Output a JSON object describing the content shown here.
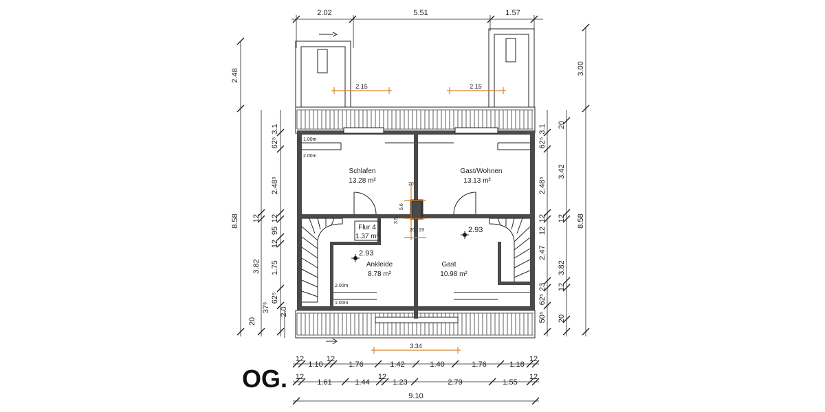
{
  "title": "OG.",
  "rooms": {
    "schlafen": {
      "name": "Schlafen",
      "area": "13.28 m²"
    },
    "gast_wohnen": {
      "name": "Gast/Wohnen",
      "area": "13.13 m²"
    },
    "flur": {
      "name": "Flur 4",
      "area": "1.37 m²"
    },
    "ankleide": {
      "name": "Ankleide",
      "area": "8.78 m²"
    },
    "gast": {
      "name": "Gast",
      "area": "10.98 m²"
    }
  },
  "levels": {
    "left": "2.93",
    "right": "2.93"
  },
  "roof_notes": {
    "a": "1.00m",
    "b": "2.00m",
    "c": "2.00m",
    "d": "1.00m"
  },
  "dimensions": {
    "top": [
      "2.02",
      "5.51",
      "1.57"
    ],
    "dormer_widths": [
      "2.15",
      "2.15"
    ],
    "balcony_width": "3.34",
    "center_small": [
      "20",
      "5.6",
      "3.5",
      "20",
      "19"
    ],
    "left_outer": [
      "2.48",
      "8.58"
    ],
    "left_inner": [
      "3.1",
      "62⁵",
      "2.48⁵",
      "12",
      "95",
      "12",
      "1.75",
      "62⁵",
      "37⁵",
      "20"
    ],
    "left_mid": [
      "12",
      "3.82",
      "2.0"
    ],
    "right_outer": [
      "3.00",
      "8.58"
    ],
    "right_inner": [
      "3.1",
      "62⁵",
      "2.48⁵",
      "12",
      "12",
      "2.47",
      "23",
      "62⁵",
      "50⁵"
    ],
    "right_mid": [
      "20",
      "3.42",
      "12",
      "3.82",
      "12",
      "20"
    ],
    "bottom_row1": [
      "12",
      "1.10",
      "12",
      "1.76",
      "1.42",
      "1.40",
      "1.76",
      "1.18",
      "12"
    ],
    "bottom_row2": [
      "12",
      "1.61",
      "1.44",
      "12",
      "1.23",
      "2.79",
      "1.55",
      "12"
    ],
    "total": "9.10"
  }
}
